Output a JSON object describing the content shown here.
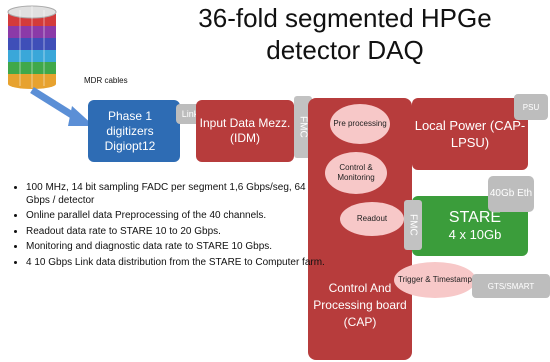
{
  "title": "36-fold segmented HPGe detector DAQ",
  "mdr_label": "MDR cables",
  "blocks": {
    "phase1": "Phase 1 digitizers Digiopt12",
    "link": "Link",
    "idm": "Input Data Mezz. (IDM)",
    "fmc": "FMC",
    "preprocessing": "Pre processing",
    "control_monitoring": "Control & Monitoring",
    "readout": "Readout",
    "cap": "Control And Processing board (CAP)",
    "local_power": "Local Power (CAP-LPSU)",
    "psu": "PSU",
    "eth40": "40Gb Eth",
    "stare_line1": "STARE",
    "stare_line2": "4 x 10Gb",
    "fmc2": "FMC",
    "trigger": "Trigger & Timestamp",
    "gts": "GTS/SMART"
  },
  "bullets": [
    "100 MHz, 14 bit sampling FADC per segment 1,6 Gbps/seg, 64 Gbps / detector",
    "Online parallel data Preprocessing of the 40 channels.",
    "Readout data rate to STARE 10 to 20 Gbps.",
    "Monitoring and diagnostic data rate to STARE 10 Gbps.",
    "4 10 Gbps Link data distribution from the STARE to Computer farm."
  ]
}
